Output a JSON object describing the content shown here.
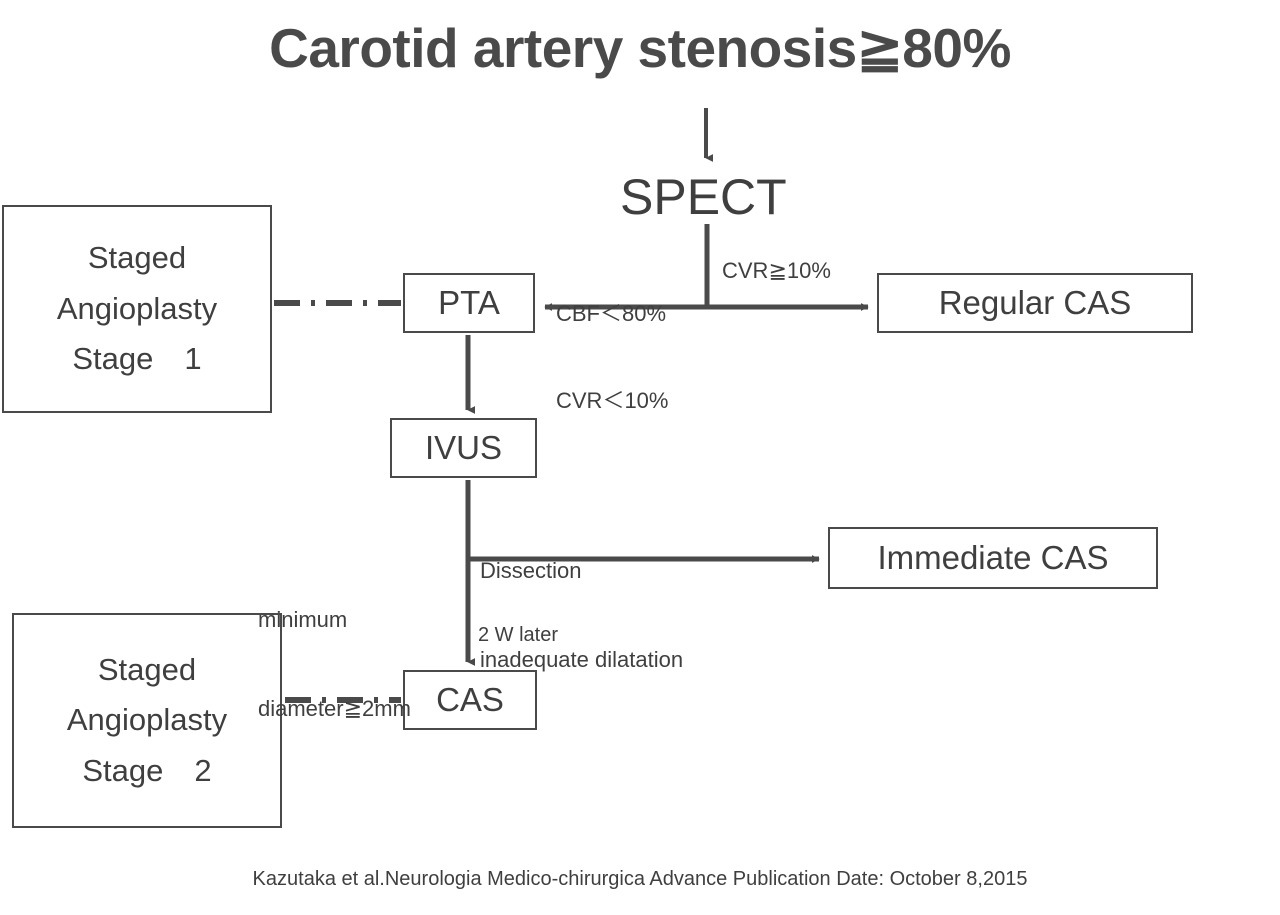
{
  "title": "Carotid artery stenosis≧80%",
  "nodes": {
    "spect": "SPECT",
    "pta": "PTA",
    "ivus": "IVUS",
    "cas": "CAS",
    "regular_cas": "Regular CAS",
    "immediate_cas": "Immediate CAS",
    "staged_1": {
      "line1": "Staged",
      "line2": "Angioplasty",
      "line3": "Stage　1"
    },
    "staged_2": {
      "line1": "Staged",
      "line2": "Angioplasty",
      "line3": "Stage　2"
    }
  },
  "edge_labels": {
    "cbf_cvr_low_line1": "CBF＜80%",
    "cbf_cvr_low_line2": "CVR＜10%",
    "cvr_high": "CVR≧10%",
    "dissection_line1": "Dissection",
    "dissection_line2": "inadequate dilatation",
    "min_diameter_line1": "minimum",
    "min_diameter_line2": "diameter≧2mm",
    "two_weeks_later": "2 W later"
  },
  "footer": "Kazutaka et al.Neurologia Medico-chirurgica Advance Publication Date: October 8,2015",
  "colors": {
    "stroke": "#4a4a4a",
    "text": "#3f3f3f",
    "title": "#4a4a4a",
    "background": "#ffffff"
  }
}
